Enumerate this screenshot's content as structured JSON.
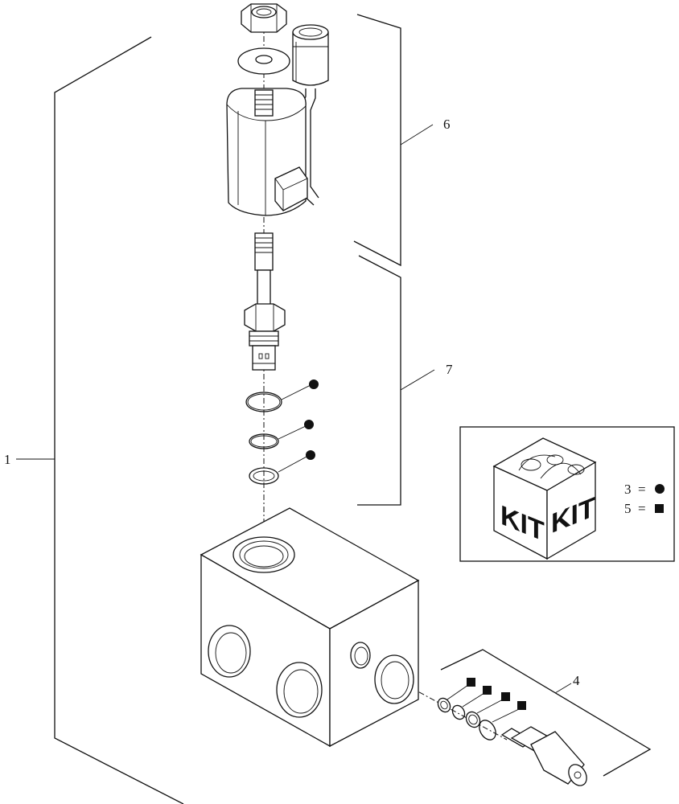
{
  "callouts": {
    "assembly": "1",
    "relief_valve": "4",
    "solenoid_coil": "6",
    "cartridge_valve": "7"
  },
  "kit": {
    "label_left": "KIT",
    "label_right": "KIT",
    "legend": [
      {
        "number": "3",
        "equals": "=",
        "symbol": "circle"
      },
      {
        "number": "5",
        "equals": "=",
        "symbol": "square"
      }
    ]
  },
  "symbols": {
    "seal_kit_3": "filled-circle",
    "seal_kit_5": "filled-square"
  },
  "colors": {
    "line": "#111111",
    "background": "#ffffff"
  }
}
